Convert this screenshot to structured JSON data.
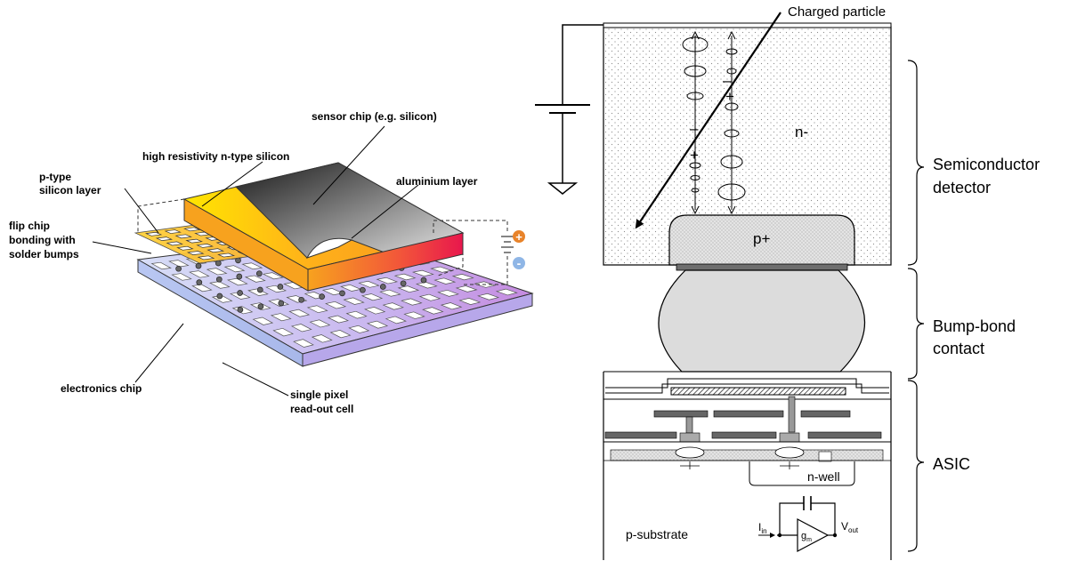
{
  "left_diagram": {
    "labels": {
      "sensor_chip": "sensor chip (e.g. silicon)",
      "high_res_silicon": "high resistivity n-type silicon",
      "p_type_line1": "p-type",
      "p_type_line2": "silicon layer",
      "aluminium": "aluminium layer",
      "flip_chip_line1": "flip chip",
      "flip_chip_line2": "bonding with",
      "flip_chip_line3": "solder bumps",
      "electronics_chip": "electronics chip",
      "pixel_line1": "single pixel",
      "pixel_line2": "read-out cell"
    },
    "bias_symbols": {
      "plus": "+",
      "minus": "-"
    },
    "colors": {
      "sensor_orange": "#f7931e",
      "sensor_yellow": "#ffe600",
      "sensor_red": "#e8174d",
      "electronics_blue": "#b9c7f2",
      "electronics_violet": "#c58ae0",
      "plus_badge": "#e8832a",
      "minus_badge": "#8fb6e6"
    }
  },
  "right_diagram": {
    "labels": {
      "charged_particle": "Charged particle",
      "n_minus": "n-",
      "p_plus": "p+",
      "n_well": "n-well",
      "p_substrate": "p-substrate",
      "i_in_main": "I",
      "i_in_sub": "in",
      "g_m_main": "g",
      "g_m_sub": "m",
      "v_out_main": "V",
      "v_out_sub": "out"
    },
    "charges": {
      "plus": "+",
      "minus": "–"
    },
    "sections": [
      {
        "line1": "Semiconductor",
        "line2": "detector"
      },
      {
        "line1": "Bump-bond",
        "line2": "contact"
      },
      {
        "line1": "ASIC",
        "line2": ""
      }
    ]
  }
}
